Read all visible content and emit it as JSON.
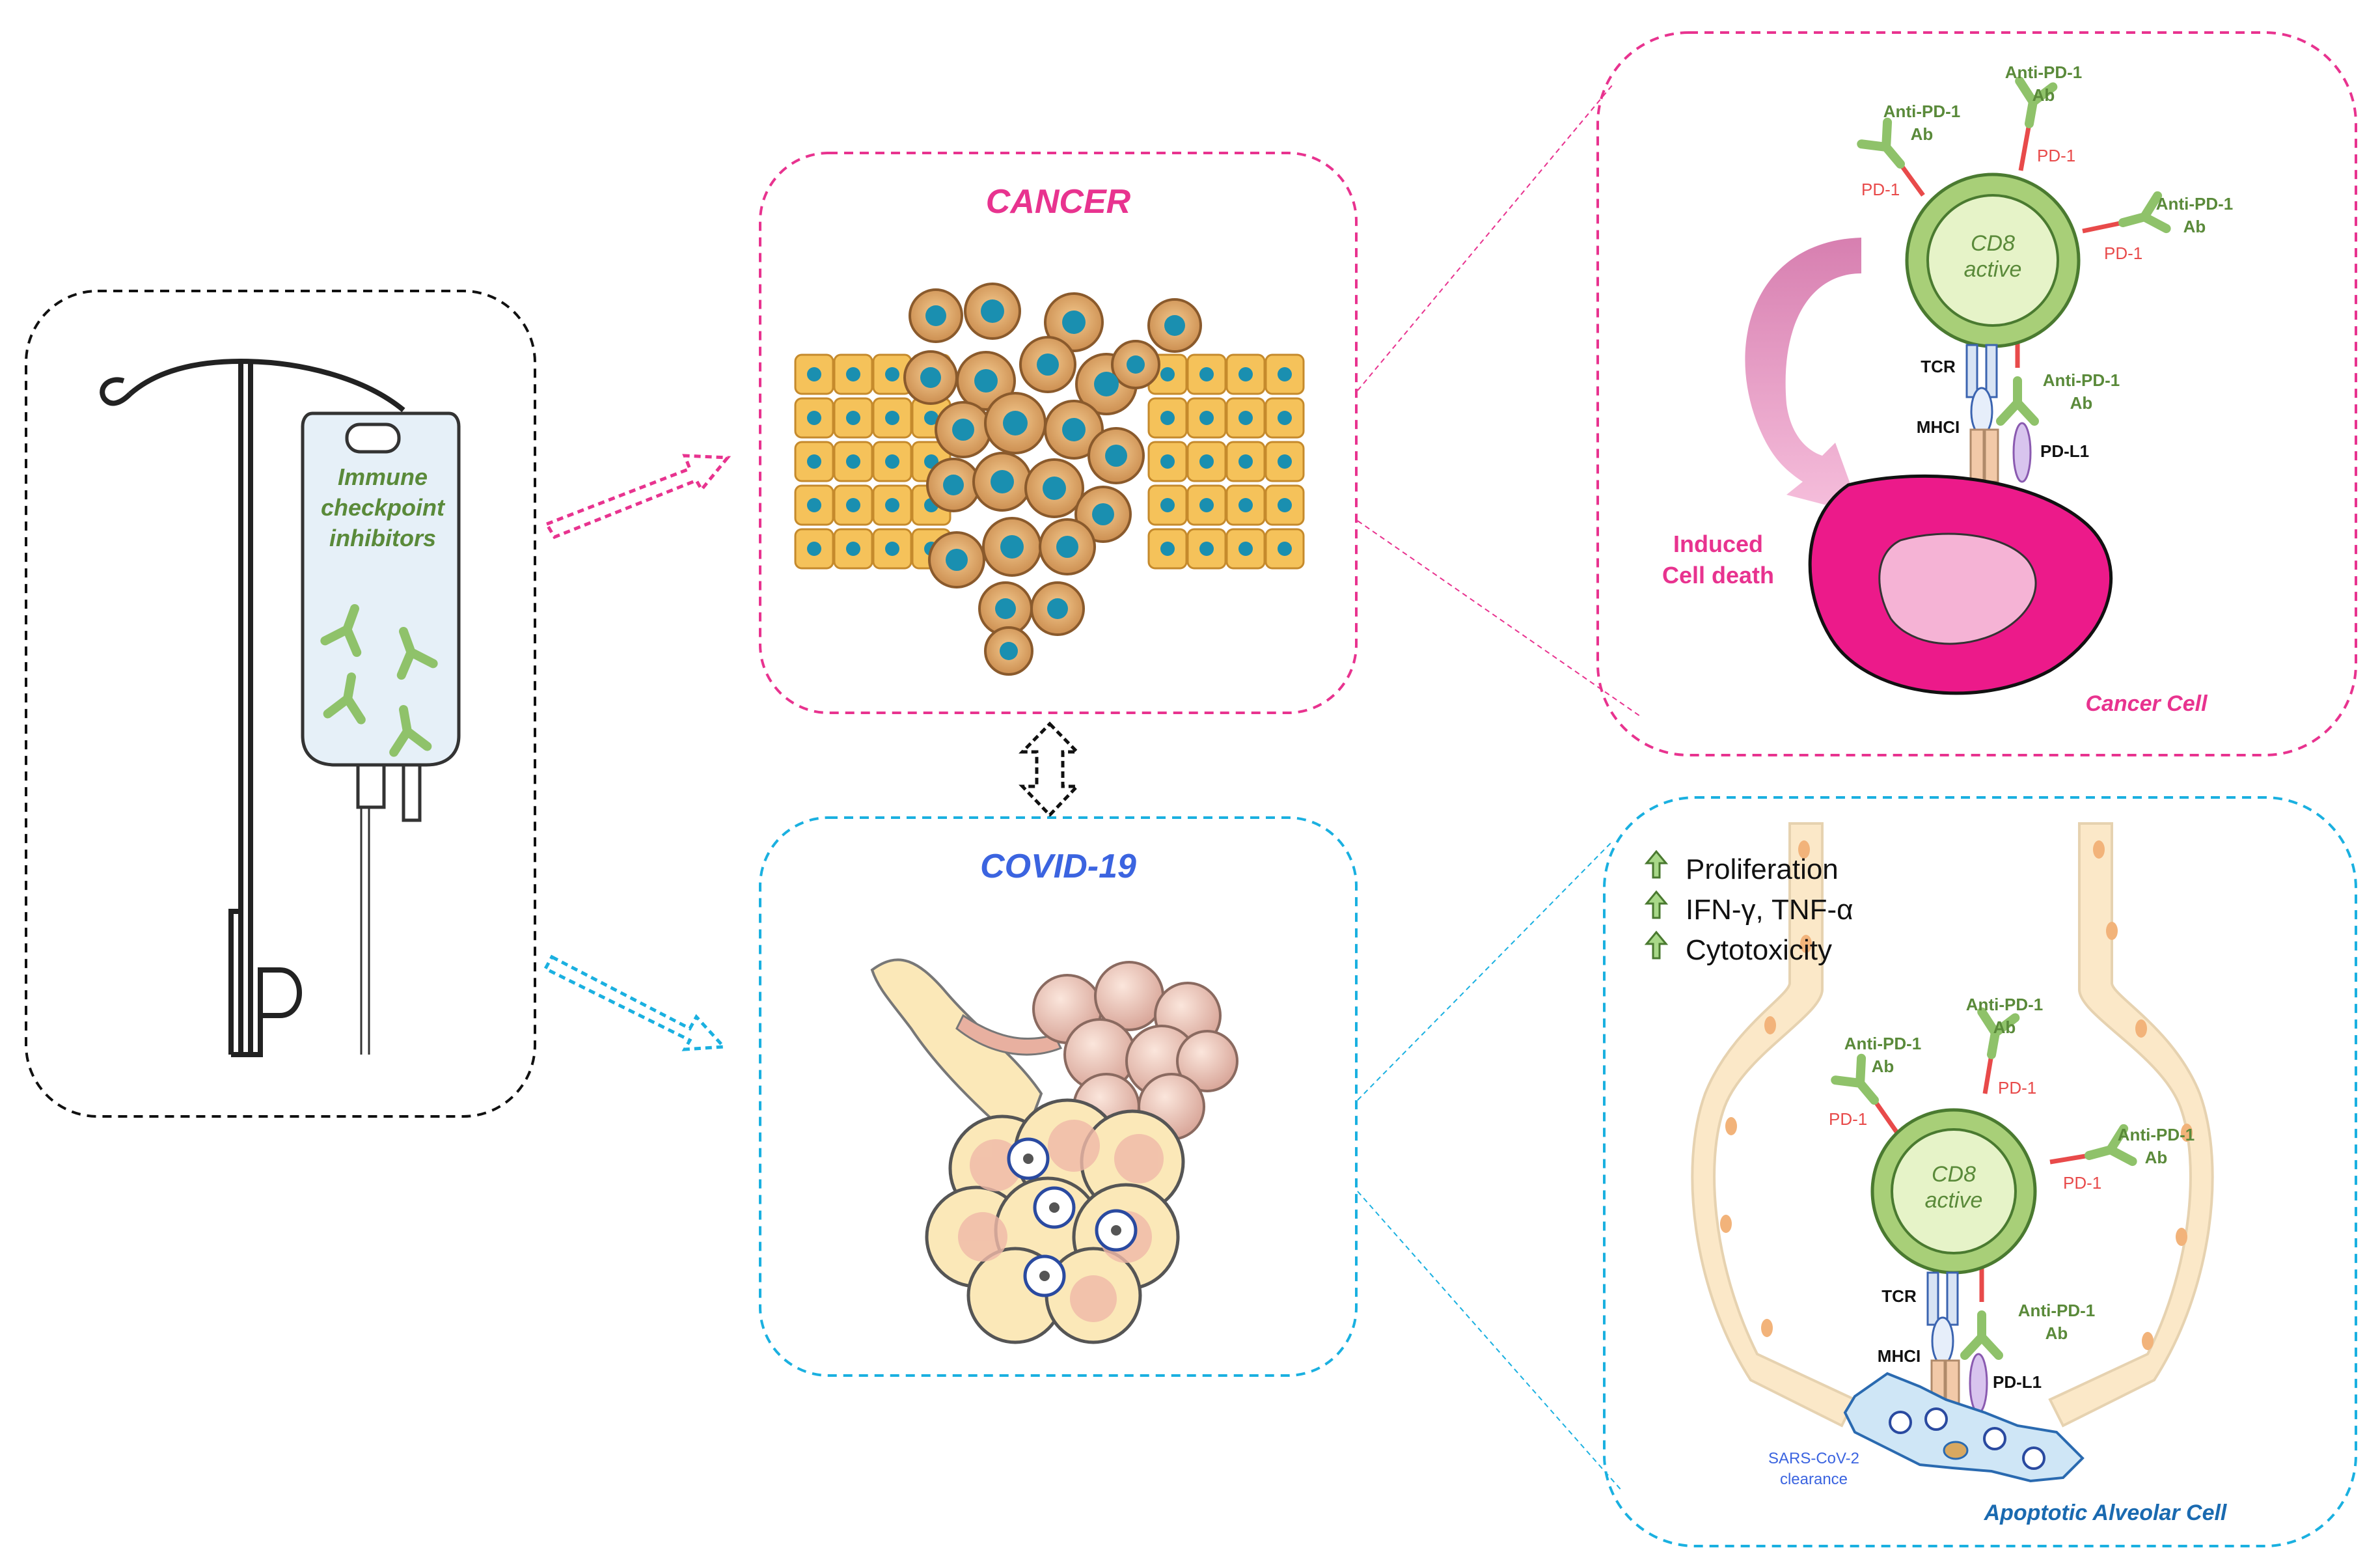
{
  "panels": {
    "iv": {
      "bag_label_lines": [
        "Immune",
        "checkpoint",
        "inhibitors"
      ]
    },
    "cancer": {
      "title": "CANCER"
    },
    "covid": {
      "title": "COVID-19"
    }
  },
  "cancer_detail": {
    "cell_center": [
      "CD8",
      "active"
    ],
    "antibody_label_lines": [
      "Anti-PD-1",
      "Ab"
    ],
    "pd1": "PD-1",
    "tcr": "TCR",
    "mhci": "MHCI",
    "pdl1": "PD-L1",
    "induced_death": [
      "Induced",
      "Cell death"
    ],
    "target_cell": "Cancer Cell"
  },
  "covid_detail": {
    "effects": [
      "Proliferation",
      "IFN-γ, TNF-α",
      "Cytotoxicity"
    ],
    "cell_center": [
      "CD8",
      "active"
    ],
    "antibody_label_lines": [
      "Anti-PD-1",
      "Ab"
    ],
    "pd1": "PD-1",
    "tcr": "TCR",
    "mhci": "MHCI",
    "pdl1": "PD-L1",
    "clearance": [
      "SARS-CoV-2",
      "clearance"
    ],
    "target_cell": "Apoptotic Alveolar Cell"
  },
  "colors": {
    "cancer_accent": "#e8338f",
    "covid_accent": "#1ab0e0",
    "covid_title": "#3b64e0",
    "antibody_green": "#8fc26a",
    "label_green": "#5a8a3a",
    "pd1_red": "#e84a4a",
    "cd8_fill": "#a8cf78"
  }
}
